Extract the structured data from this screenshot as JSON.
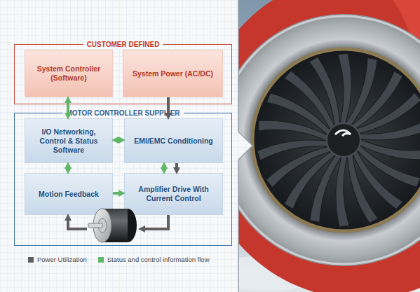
{
  "diagram": {
    "nodes": [
      {
        "text": [
          "CUSTOMER DEFINED"
        ]
      },
      {
        "text": [
          "System Controller (Software)"
        ],
        "in": 0
      },
      {
        "text": [
          "System Power (AC/DC)"
        ],
        "in": 0
      },
      {
        "text": [
          "MOTOR CONTROLLER SUPPLIER"
        ]
      },
      {
        "text": [
          "I/O Networking, Control & Status Software"
        ],
        "in": 3
      },
      {
        "text": [
          "EMI/EMC Conditioning"
        ],
        "in": 3
      },
      {
        "text": [
          "Motion Feedback"
        ],
        "in": 3
      },
      {
        "text": [
          "Amplifier Drive With Current Control"
        ],
        "in": 3
      }
    ],
    "edges": [
      {
        "from": 1,
        "to": 4,
        "arrow": "both"
      },
      {
        "from": 2,
        "to": 5,
        "arrow": "to"
      },
      {
        "from": 4,
        "to": 5,
        "arrow": "both"
      },
      {
        "from": 4,
        "to": 6,
        "arrow": "both"
      },
      {
        "from": 6,
        "to": 7,
        "arrow": "to"
      },
      {
        "from": 5,
        "to": 7,
        "arrow": "both"
      },
      {
        "from": 5,
        "to": 7,
        "arrow": "to"
      }
    ],
    "legend": [
      {
        "text": "Power Utilization",
        "color": "#5f5f5f"
      },
      {
        "text": "Status and control information flow",
        "color": "#62b66a"
      }
    ]
  }
}
